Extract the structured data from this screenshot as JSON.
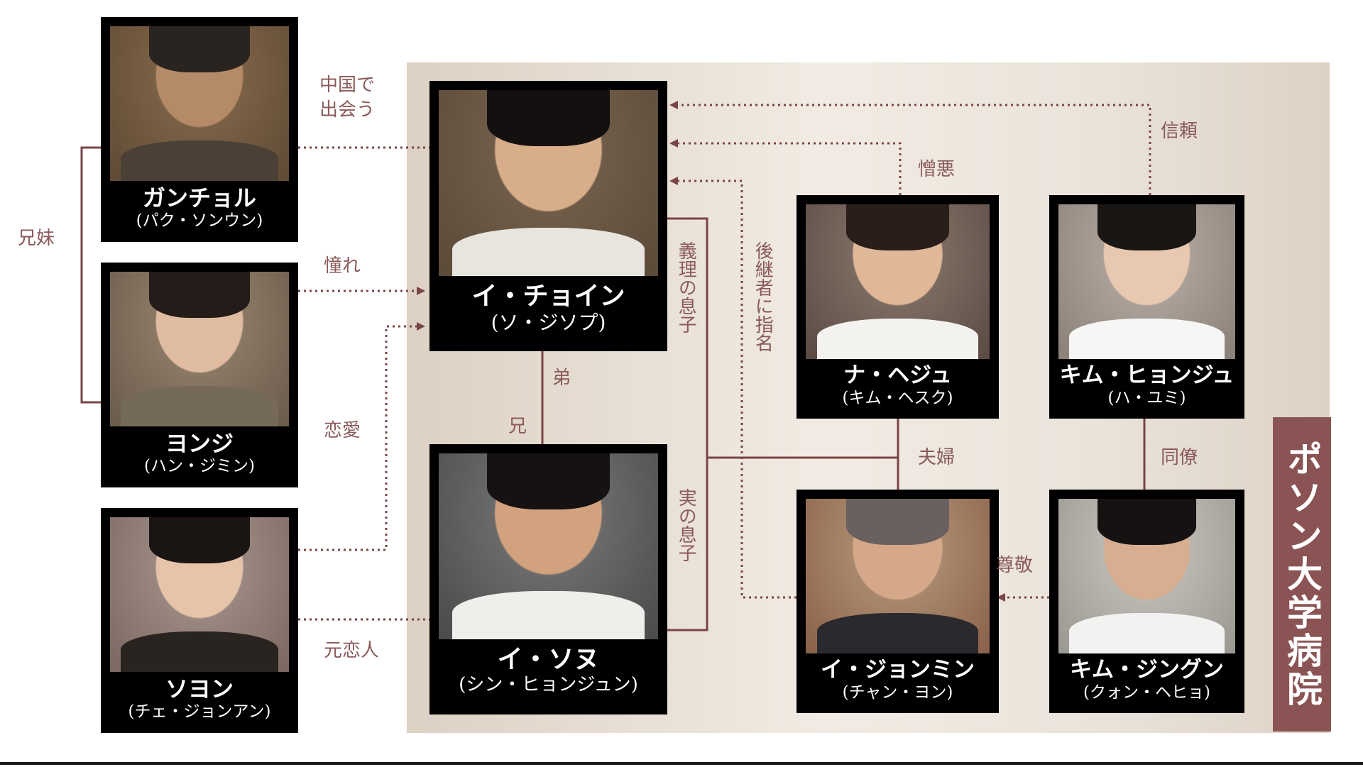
{
  "hospital": {
    "label": "ポソン大学病院"
  },
  "characters": {
    "gangchol": {
      "name": "ガンチョル",
      "actor": "(パク・ソンウン)"
    },
    "yongji": {
      "name": "ヨンジ",
      "actor": "(ハン・ジミン)"
    },
    "soyon": {
      "name": "ソヨン",
      "actor": "(チェ・ジョンアン)"
    },
    "choin": {
      "name": "イ・チョイン",
      "actor": "(ソ・ジソプ)"
    },
    "sonu": {
      "name": "イ・ソヌ",
      "actor": "(シン・ヒョンジュン)"
    },
    "heju": {
      "name": "ナ・ヘジュ",
      "actor": "(キム・ヘスク)"
    },
    "hyonju": {
      "name": "キム・ヒョンジュ",
      "actor": "(ハ・ユミ)"
    },
    "jongmin": {
      "name": "イ・ジョンミン",
      "actor": "(チャン・ヨン)"
    },
    "jingun": {
      "name": "キム・ジングン",
      "actor": "(クォン・ヘヒョ)"
    }
  },
  "relations": {
    "met_in_china": "中国で\n出会う",
    "siblings": "兄妹",
    "longing": "憧れ",
    "love": "恋愛",
    "ex_lover": "元恋人",
    "younger_brother": "弟",
    "older_brother": "兄",
    "stepson": "義理の息子",
    "real_son": "実の息子",
    "named_successor": "後継者に指名",
    "hatred": "憎悪",
    "trust": "信頼",
    "married": "夫婦",
    "colleague": "同僚",
    "respect": "尊敬"
  },
  "colors": {
    "line": "#7a4545",
    "label_text": "#8a5a5a",
    "hospital_label_bg": "#8b5454",
    "card_bg": "#000000"
  }
}
